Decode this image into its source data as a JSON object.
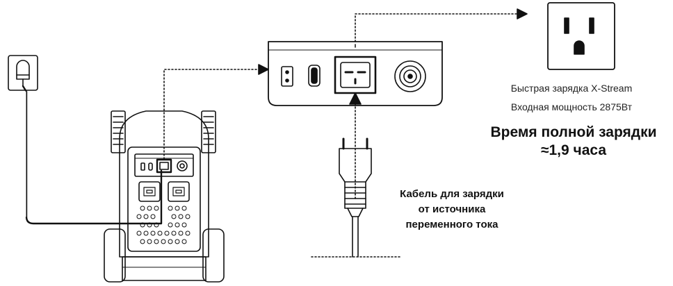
{
  "info": {
    "line1": "Быстрая зарядка X-Stream",
    "line2": "Входная мощность 2875Вт",
    "time_title": "Время полной зарядки",
    "time_value": "≈1,9 часа"
  },
  "cable_label": {
    "line1": "Кабель для зарядки",
    "line2": "от источника",
    "line3": "переменного тока"
  },
  "colors": {
    "stroke": "#111111",
    "fill": "#ffffff",
    "accent": "#000000"
  },
  "icons": [
    "wall-plug-icon",
    "power-station-illustration",
    "ac-input-panel",
    "wall-outlet-icon",
    "ac-power-cord"
  ]
}
